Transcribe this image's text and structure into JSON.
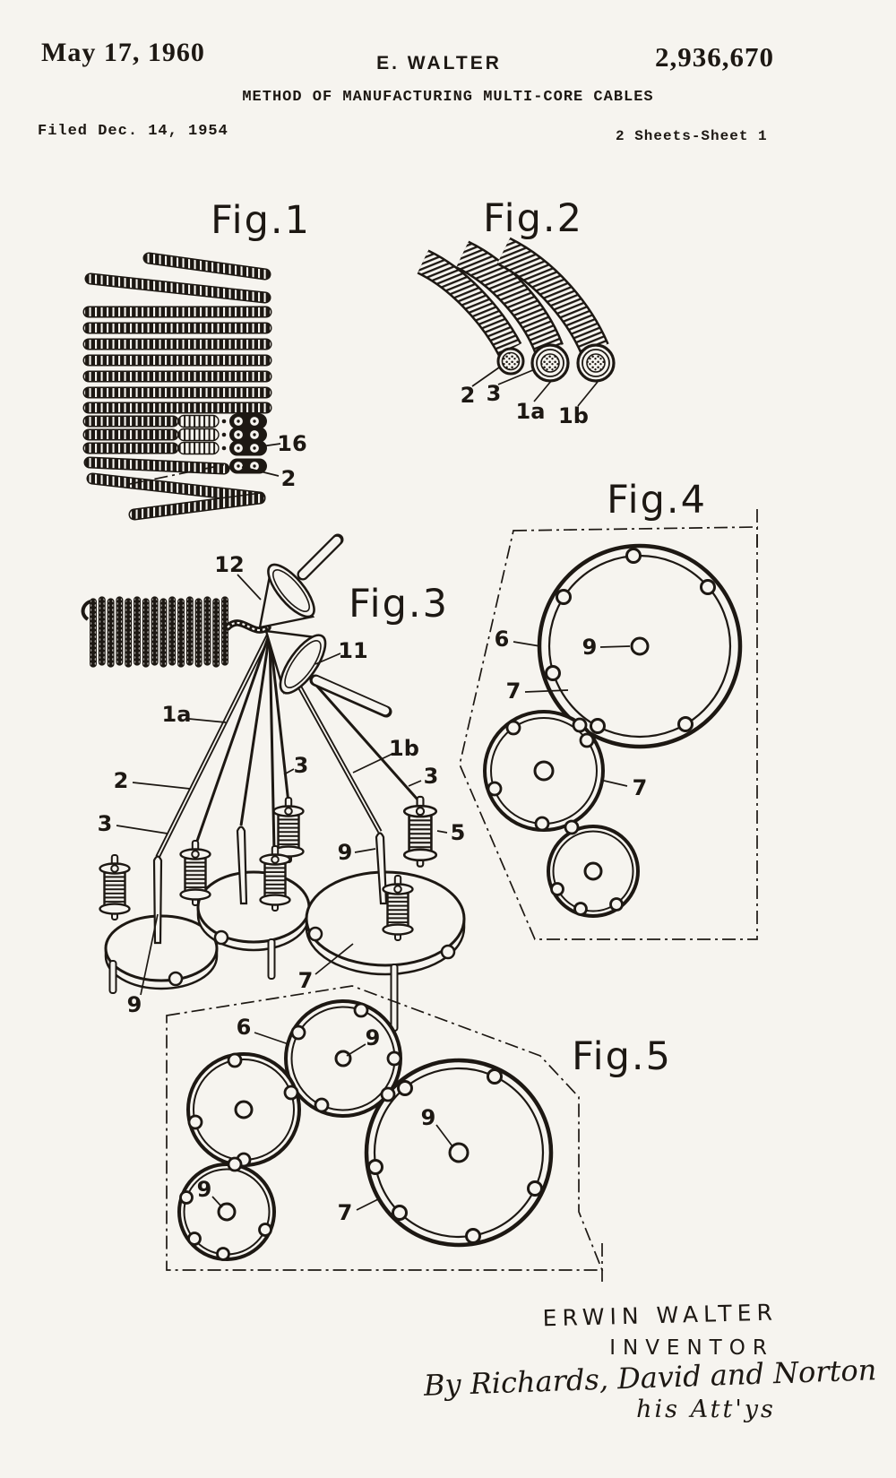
{
  "page": {
    "paper_color": "#f6f4ef",
    "ink_color": "#1d1813"
  },
  "header": {
    "date": "May 17, 1960",
    "author": "E. WALTER",
    "patent_number": "2,936,670",
    "title": "METHOD OF MANUFACTURING MULTI-CORE CABLES",
    "filed_line": "Filed Dec. 14, 1954",
    "sheet_line": "2 Sheets-Sheet 1"
  },
  "figures": {
    "fig1": {
      "title": "Fig.1",
      "ref_16": "16",
      "ref_2": "2"
    },
    "fig2": {
      "title": "Fig.2",
      "ref_2": "2",
      "ref_3": "3",
      "ref_1a": "1a",
      "ref_1b": "1b"
    },
    "fig3": {
      "title": "Fig.3",
      "ref_12": "12",
      "ref_11": "11",
      "ref_1a": "1a",
      "ref_1b": "1b",
      "ref_2": "2",
      "ref_3_left": "3",
      "ref_3_mid": "3",
      "ref_3_right": "3",
      "ref_5": "5",
      "ref_9_left": "9",
      "ref_9_right": "9",
      "ref_7": "7"
    },
    "fig4": {
      "title": "Fig.4",
      "ref_6": "6",
      "ref_9": "9",
      "ref_7_upper": "7",
      "ref_7_lower": "7"
    },
    "fig5": {
      "title": "Fig.5",
      "ref_6": "6",
      "ref_9_top": "9",
      "ref_9_right": "9",
      "ref_9_bottom_left": "9",
      "ref_7": "7"
    }
  },
  "signature": {
    "inventor_name": "ERWIN WALTER",
    "inventor_role": "INVENTOR",
    "attorney_byline": "By Richards, David and Norton",
    "attorney_suffix": "his Att'ys"
  }
}
